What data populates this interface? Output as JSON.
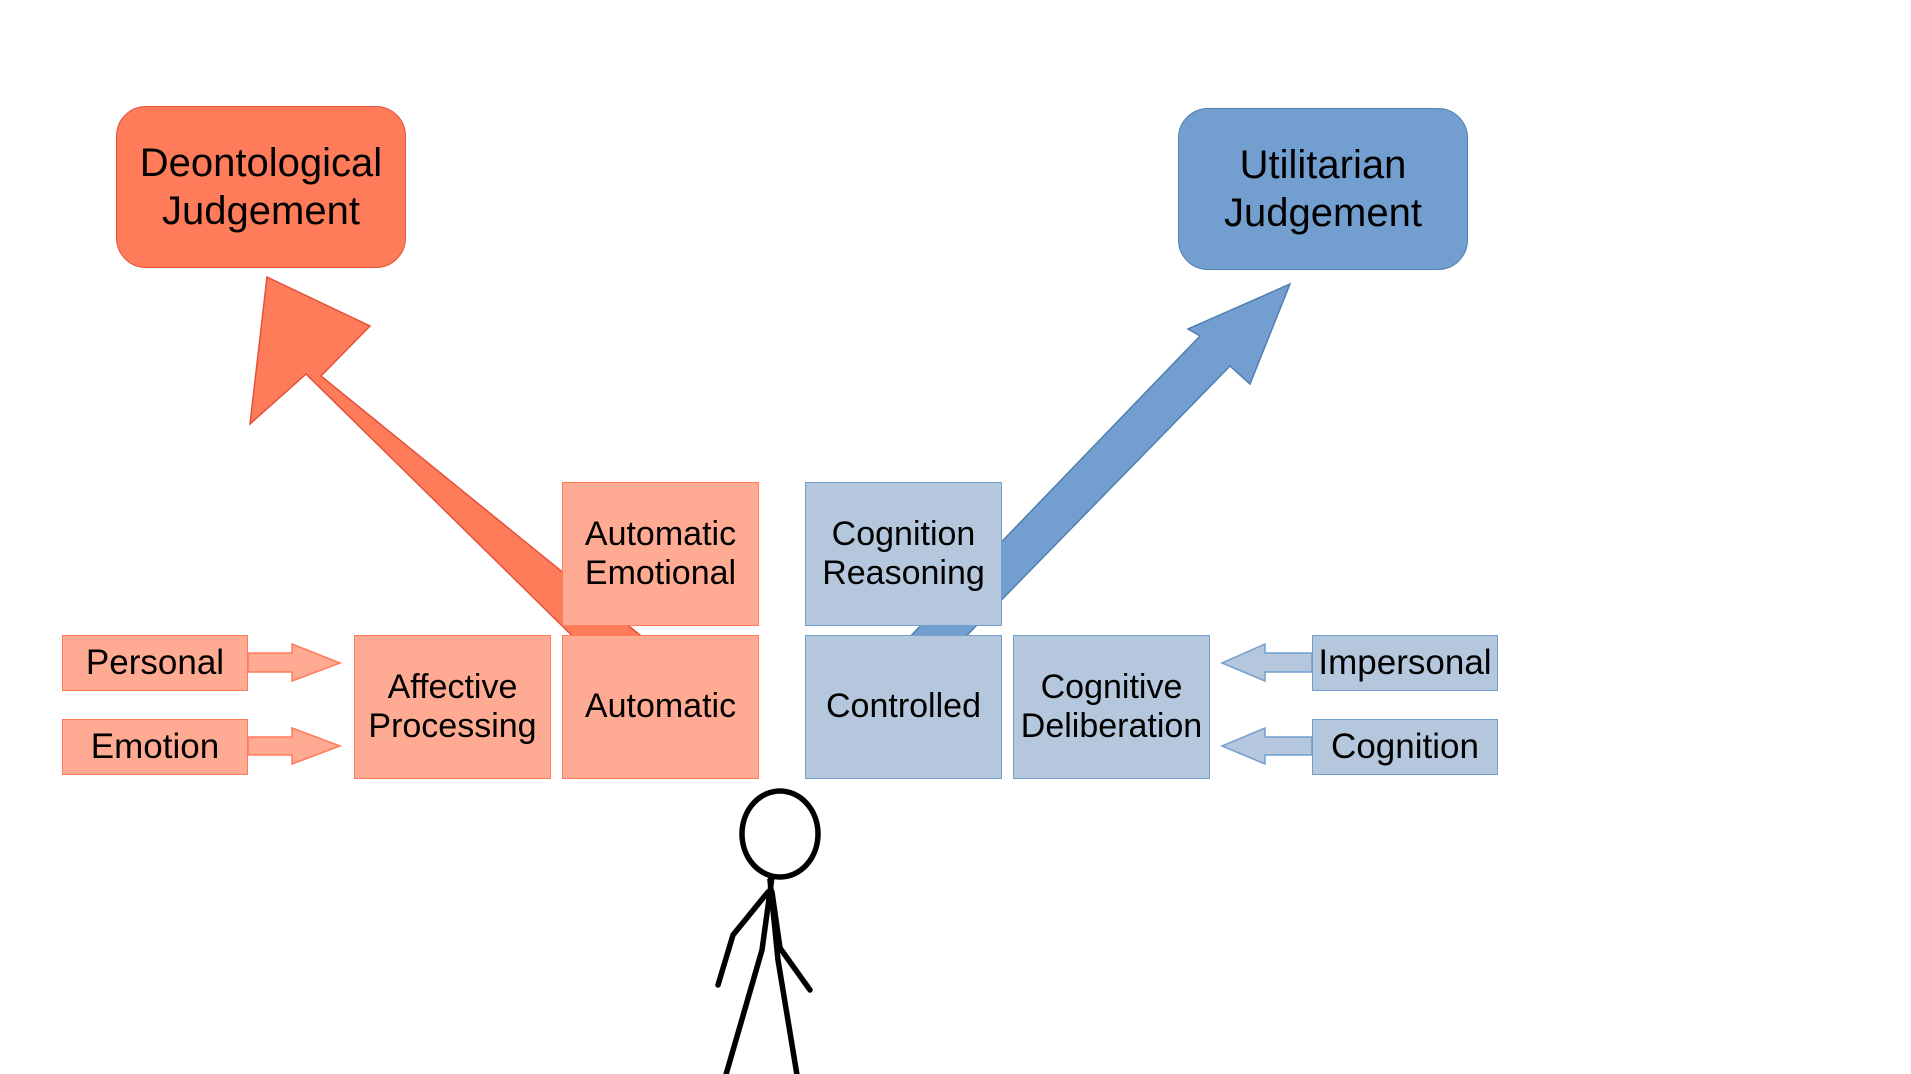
{
  "judgements": {
    "deontological": "Deontological\nJudgement",
    "utilitarian": "Utilitarian\nJudgement"
  },
  "red_side": {
    "automatic_emotional": "Automatic\nEmotional",
    "automatic": "Automatic",
    "affective_processing": "Affective\nProcessing",
    "personal": "Personal",
    "emotion": "Emotion"
  },
  "blue_side": {
    "cognition_reasoning": "Cognition\nReasoning",
    "controlled": "Controlled",
    "cognitive_deliberation": "Cognitive\nDeliberation",
    "impersonal": "Impersonal",
    "cognition": "Cognition"
  },
  "colors": {
    "red_strong": "#ff7c5b",
    "red_light": "#ffaa92",
    "blue_strong": "#729fcf",
    "blue_light": "#b4c7dc",
    "stick_figure": "#000000"
  },
  "icons": {
    "person": "stick-figure-icon"
  }
}
